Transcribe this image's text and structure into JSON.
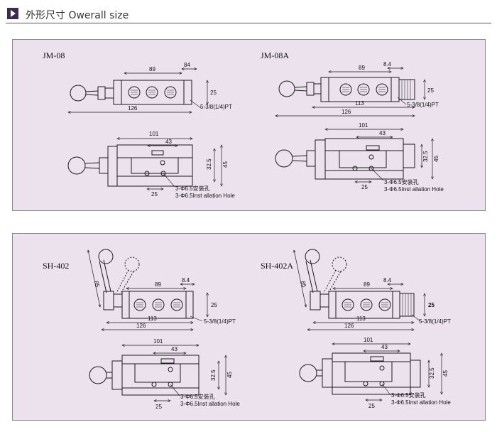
{
  "header": {
    "title": "外形尺寸 Owerall size"
  },
  "colors": {
    "panel_bg": "#ebe2ee",
    "ink": "#1a1a1a",
    "accent": "#3a2c52"
  },
  "models": [
    {
      "name": "JM-08",
      "dims_top": {
        "d89": "89",
        "d84": "84",
        "d25": "25",
        "d126": "126",
        "port": "5-3/8(1/4)PT"
      },
      "dims_bottom": {
        "d101": "101",
        "d43": "43",
        "d325": "32.5",
        "d45": "45",
        "d25": "25",
        "hole_cn": "3-Φ6.5安装孔",
        "hole_en": "3-Φ6.5Inst allation Hole"
      }
    },
    {
      "name": "JM-08A",
      "dims_top": {
        "d89": "89",
        "d84": "8.4",
        "d25": "25",
        "d113": "113",
        "d126": "126",
        "port": "5-3/8(1/4)PT"
      },
      "dims_bottom": {
        "d101": "101",
        "d43": "43",
        "d325": "32.5",
        "d45": "45",
        "d25": "25",
        "hole_cn": "3-Φ6.5安装孔",
        "hole_en": "3-Φ6.5Inst allation Hole"
      }
    },
    {
      "name": "SH-402",
      "dims_top": {
        "d85": "85",
        "d89": "89",
        "d84": "8.4",
        "d25": "25",
        "d113": "113",
        "d126": "126",
        "port": "5-3/8(1/4)PT"
      },
      "dims_bottom": {
        "d101": "101",
        "d43": "43",
        "d325": "32.5",
        "d45": "45",
        "d25": "25",
        "hole_cn": "3-Φ6.5安装孔",
        "hole_en": "3-Φ6.5Inst allation Hole"
      }
    },
    {
      "name": "SH-402A",
      "dims_top": {
        "d85": "85",
        "d89": "89",
        "d84": "8.4",
        "d25": "25",
        "d113": "113",
        "d126": "126",
        "port": "5-3/8(1/4)PT"
      },
      "dims_bottom": {
        "d101": "101",
        "d43": "43",
        "d325": "32.5",
        "d45": "45",
        "d25": "25",
        "hole_cn": "3-Φ6.5安装孔",
        "hole_en": "3-Φ6.5Inst allation Hole"
      }
    }
  ]
}
